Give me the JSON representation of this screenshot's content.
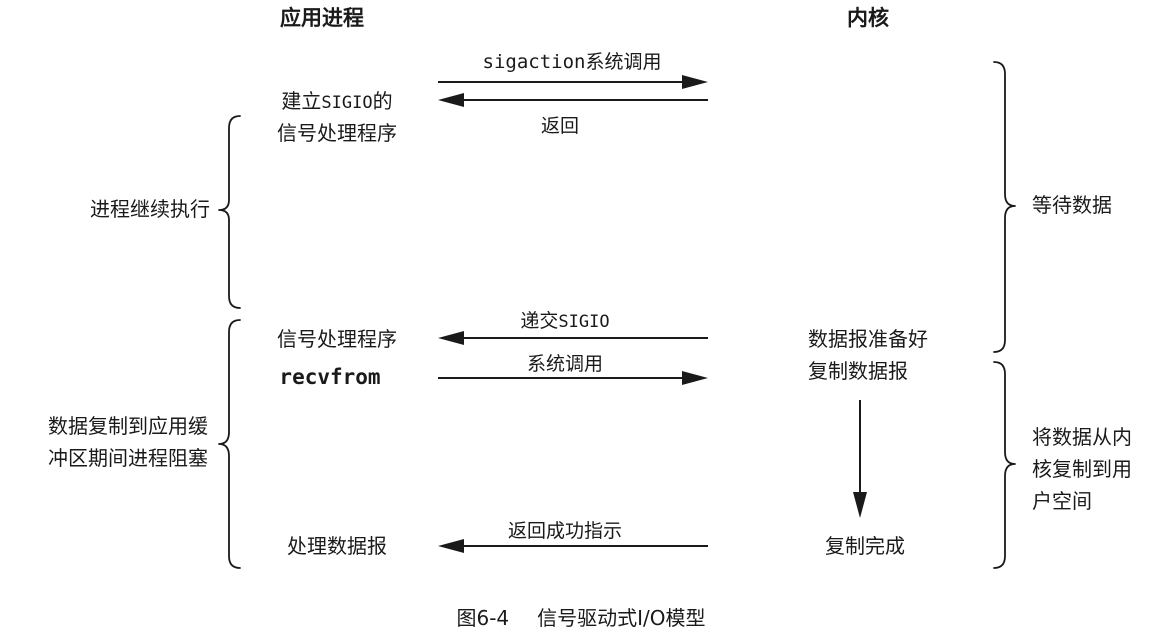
{
  "headers": {
    "process": "应用进程",
    "kernel": "内核"
  },
  "messages": {
    "sigaction_call_code": "sigaction",
    "sigaction_call_text": "系统调用",
    "return": "返回",
    "deliver_text": "递交",
    "deliver_code": "SIGIO",
    "syscall": "系统调用",
    "return_success": "返回成功指示"
  },
  "process_steps": {
    "setup_line1_text": "建立",
    "setup_line1_code": "SIGIO",
    "setup_line1_tail": "的",
    "setup_line2": "信号处理程序",
    "handler": "信号处理程序",
    "recvfrom": "recvfrom",
    "process_datagram": "处理数据报"
  },
  "kernel_steps": {
    "datagram_ready": "数据报准备好",
    "copy_datagram": "复制数据报",
    "copy_complete": "复制完成"
  },
  "left_annotations": {
    "continue": "进程继续执行",
    "blocked_line1": "数据复制到应用缓",
    "blocked_line2": "冲区期间进程阻塞"
  },
  "right_annotations": {
    "wait_data": "等待数据",
    "copy_line1": "将数据从内",
    "copy_line2": "核复制到用",
    "copy_line3": "户空间"
  },
  "caption": {
    "label": "图6-4",
    "title": "信号驱动式I/O模型"
  }
}
